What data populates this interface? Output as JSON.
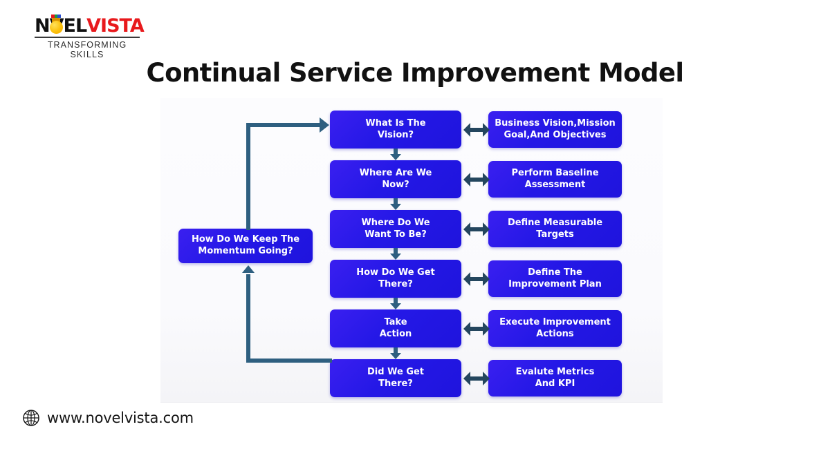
{
  "brand": {
    "logo_part1": "N",
    "logo_icon": "lightbulb-icon",
    "logo_part2": "VEL",
    "logo_part3": "VISTA",
    "tagline": "TRANSFORMING SKILLS",
    "primary_color": "#e8191c",
    "bulb_color": "#fcc00a"
  },
  "header": {
    "title": "Continual Service Improvement Model"
  },
  "diagram": {
    "node_color": "#2418e6",
    "connector_color": "#2e5f80",
    "arrow_color": "#24465e",
    "left_column": [
      {
        "id": "vision",
        "label": "What Is The\nVision?"
      },
      {
        "id": "now",
        "label": "Where Are We\nNow?"
      },
      {
        "id": "want",
        "label": "Where Do We\nWant To Be?"
      },
      {
        "id": "getthere",
        "label": "How Do We Get\nThere?"
      },
      {
        "id": "action",
        "label": "Take\nAction"
      },
      {
        "id": "didweget",
        "label": "Did We Get\nThere?"
      }
    ],
    "right_column": [
      {
        "id": "bizvision",
        "label": "Business Vision,Mission\nGoal,And Objectives"
      },
      {
        "id": "baseline",
        "label": "Perform Baseline\nAssessment"
      },
      {
        "id": "targets",
        "label": "Define Measurable\nTargets"
      },
      {
        "id": "plan",
        "label": "Define The\nImprovement Plan"
      },
      {
        "id": "execute",
        "label": "Execute Improvement\nActions"
      },
      {
        "id": "metrics",
        "label": "Evalute Metrics\nAnd KPI"
      }
    ],
    "side_node": {
      "id": "momentum",
      "label": "How Do We Keep The\nMomentum Going?"
    }
  },
  "footer": {
    "icon": "globe-icon",
    "url": "www.novelvista.com"
  }
}
